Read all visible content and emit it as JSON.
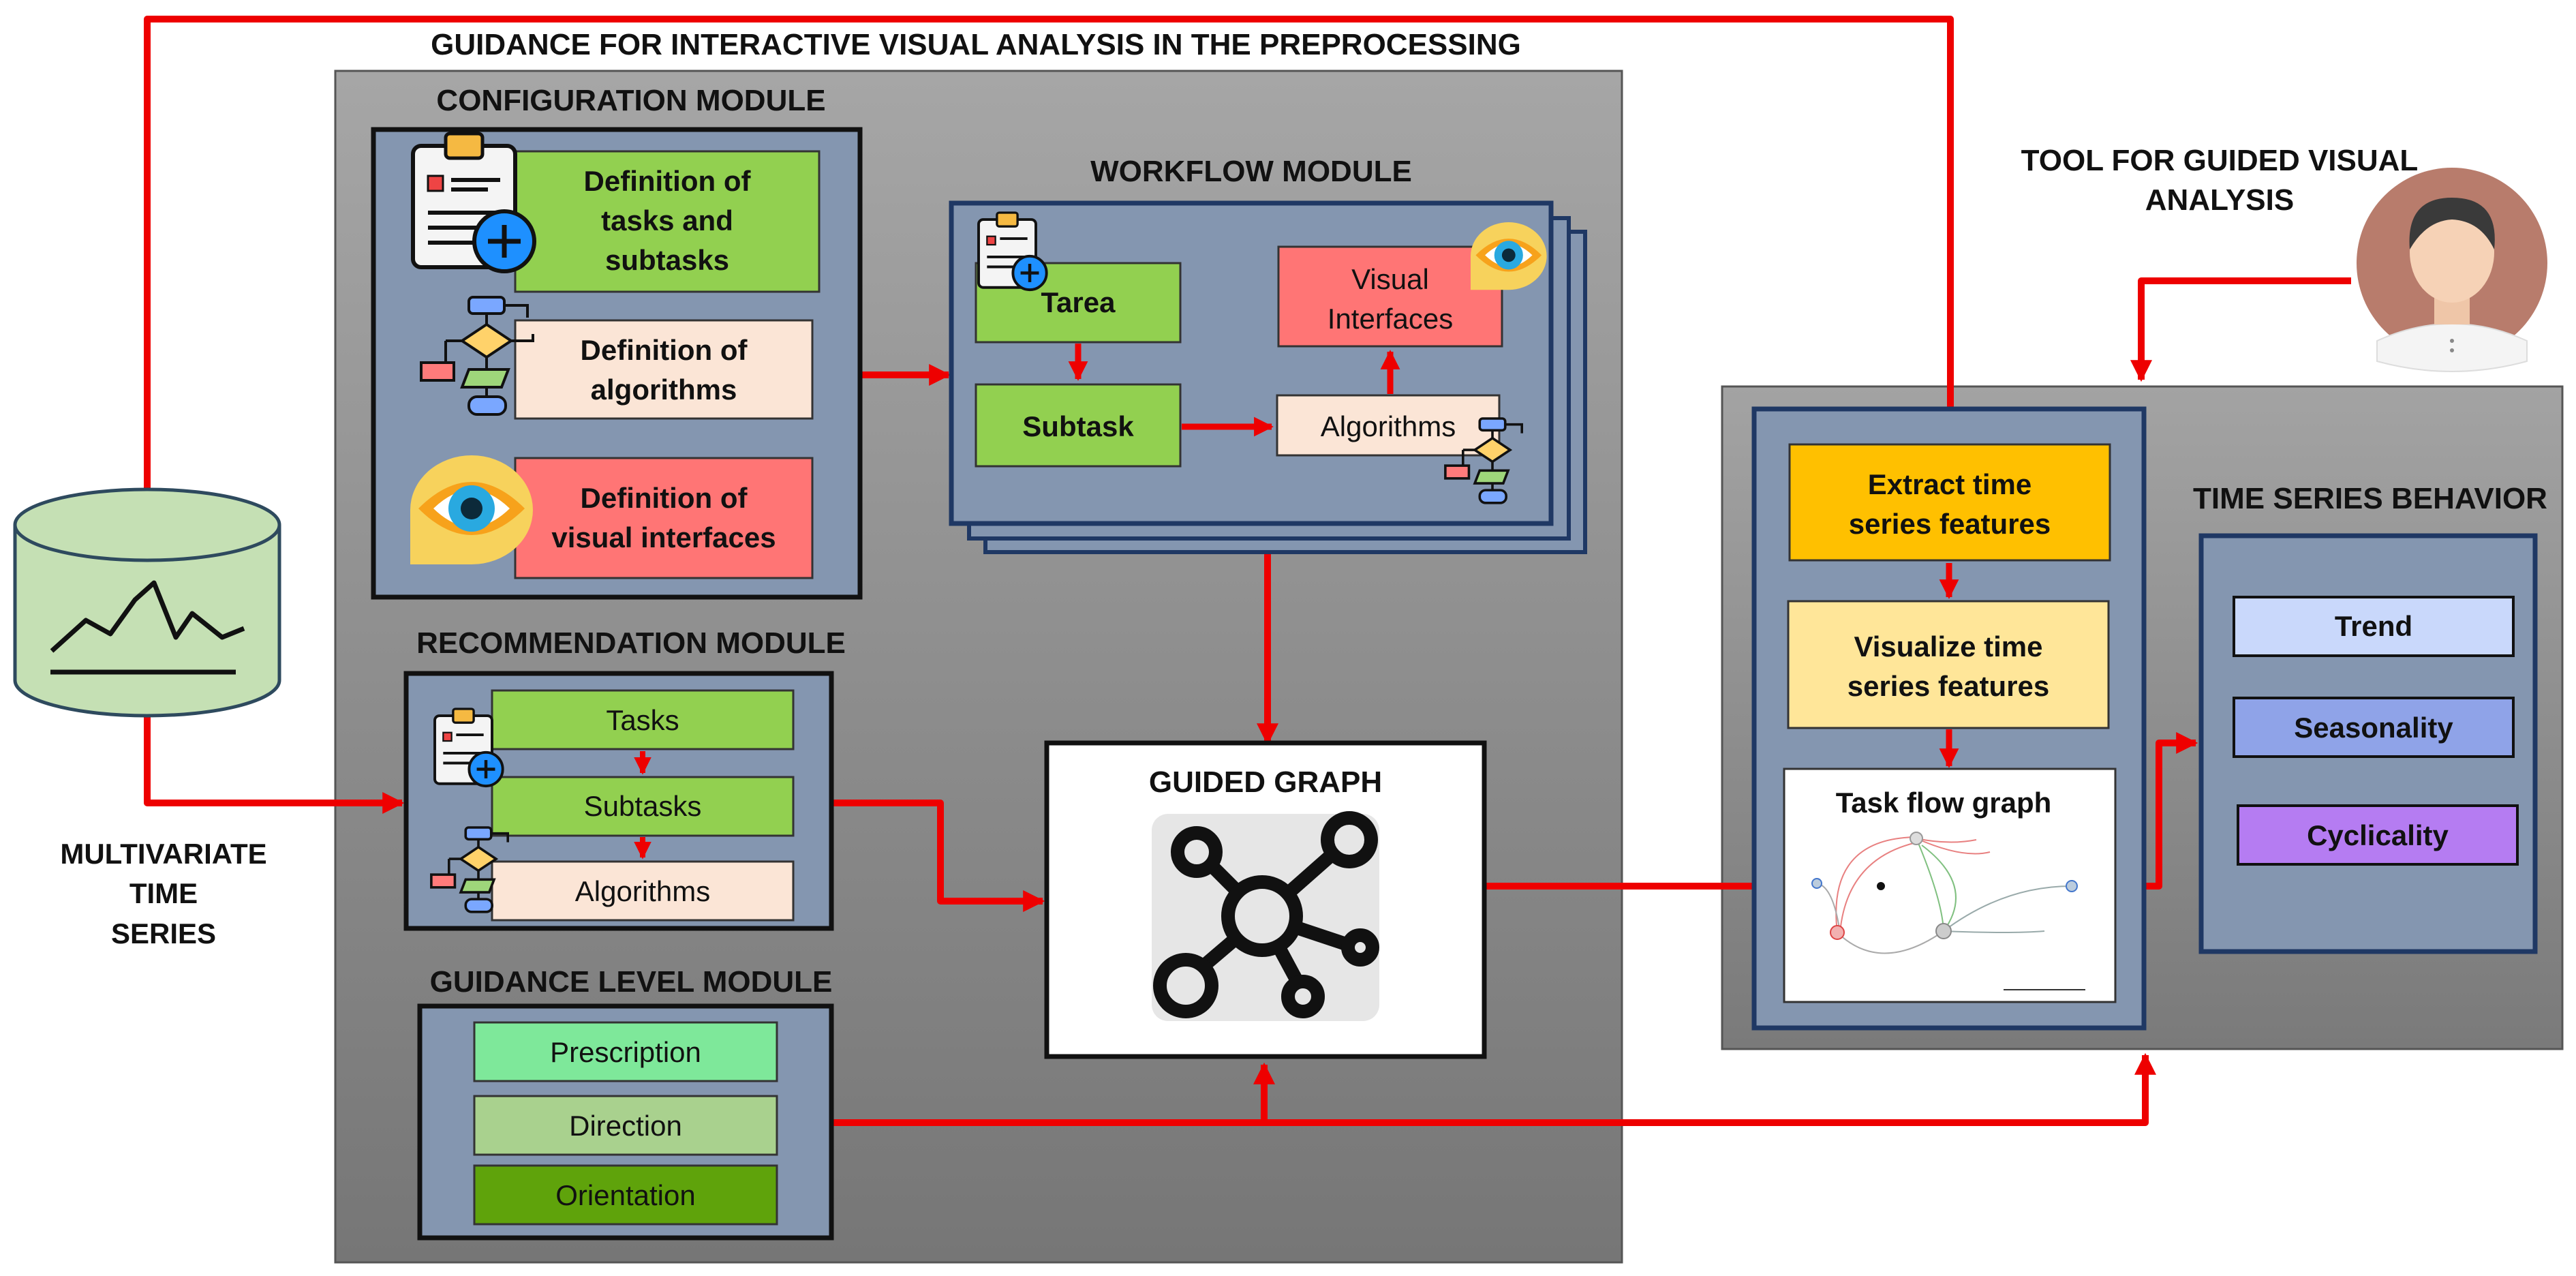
{
  "diagram": {
    "top_title": "GUIDANCE FOR INTERACTIVE VISUAL ANALYSIS IN THE PREPROCESSING",
    "database": {
      "label_lines": [
        "MULTIVARIATE",
        "TIME",
        "SERIES"
      ]
    },
    "configuration_module": {
      "title": "CONFIGURATION MODULE",
      "items": [
        {
          "lines": [
            "Definition of",
            "tasks and",
            "subtasks"
          ],
          "color": "#92d050"
        },
        {
          "lines": [
            "Definition of",
            "algorithms"
          ],
          "color": "#fbe5d6"
        },
        {
          "lines": [
            "Definition of",
            "visual interfaces"
          ],
          "color": "#ff7575"
        }
      ]
    },
    "workflow_module": {
      "title": "WORKFLOW MODULE",
      "tarea": "Tarea",
      "subtask": "Subtask",
      "algorithms": "Algorithms",
      "visual_interfaces_lines": [
        "Visual",
        "Interfaces"
      ]
    },
    "recommendation_module": {
      "title": "RECOMMENDATION MODULE",
      "items": [
        "Tasks",
        "Subtasks",
        "Algorithms"
      ]
    },
    "guided_graph": {
      "title": "GUIDED GRAPH"
    },
    "guidance_level_module": {
      "title": "GUIDANCE LEVEL MODULE",
      "items": [
        {
          "label": "Prescription",
          "color": "#7ee89a"
        },
        {
          "label": "Direction",
          "color": "#a9d18e"
        },
        {
          "label": "Orientation",
          "color": "#5fa30b"
        }
      ]
    },
    "tool": {
      "title_lines": [
        "TOOL FOR GUIDED VISUAL",
        "ANALYSIS"
      ],
      "extract_lines": [
        "Extract time",
        "series features"
      ],
      "visualize_lines": [
        "Visualize time",
        "series features"
      ],
      "task_flow_graph": "Task flow graph"
    },
    "behavior": {
      "title": "TIME SERIES BEHAVIOR",
      "items": [
        {
          "label": "Trend",
          "color": "#c9d8fb"
        },
        {
          "label": "Seasonality",
          "color": "#8fa3e8"
        },
        {
          "label": "Cyclicality",
          "color": "#b57cf2"
        }
      ]
    },
    "colors": {
      "arrow": "#ee0000",
      "module_fill": "#8496b0",
      "module_border": "#1f3864",
      "panel_gradient_top": "#a6a6a6",
      "panel_gradient_bottom": "#767676",
      "database_fill": "#c5e0b4",
      "extract_fill": "#ffc000",
      "visualize_fill": "#ffe699"
    }
  }
}
